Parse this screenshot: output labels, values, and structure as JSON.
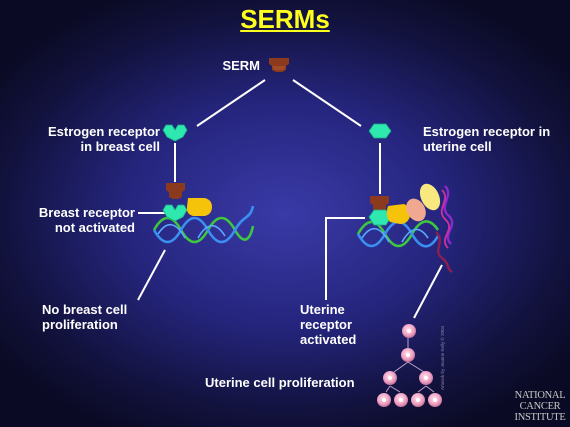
{
  "title": "SERMs",
  "labels": {
    "serm": "SERM",
    "er_breast": "Estrogen receptor in breast cell",
    "er_uterine": "Estrogen receptor in uterine cell",
    "breast_not_activated": "Breast receptor not activated",
    "no_breast_proliferation": "No breast cell proliferation",
    "uterine_activated": "Uterine receptor activated",
    "uterine_proliferation": "Uterine cell proliferation"
  },
  "credit": "Artwork by Jeanne Kelly © 2004",
  "logo": {
    "line1": "NATIONAL",
    "line2": "CANCER",
    "line3": "INSTITUTE"
  },
  "colors": {
    "title": "#ffff1e",
    "serm": "#8b3a1e",
    "receptor": "#2ee8b0",
    "coactivator_yellow": "#f5c30a",
    "coactivator_pale": "#f8e880",
    "coactivator_peach": "#f0a890",
    "dna_blue": "#3a8ff0",
    "dna_green": "#3ec83e",
    "rna": "#8b2050",
    "cell": "#f0a8c8"
  },
  "icons": [
    "serm-molecule-icon",
    "receptor-icon",
    "dna-helix-icon",
    "rna-strand-icon",
    "cell-icon"
  ]
}
